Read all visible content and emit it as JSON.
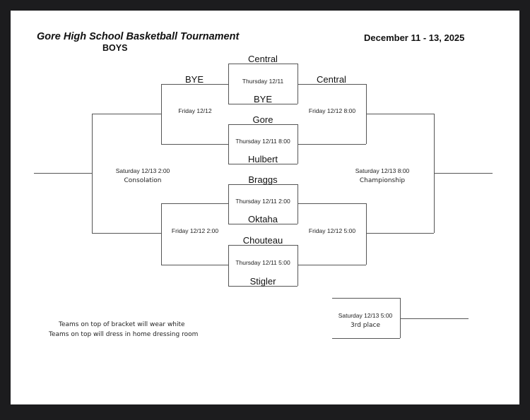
{
  "header": {
    "title": "Gore High School Basketball Tournament",
    "division": "BOYS",
    "dates": "December 11 - 13, 2025"
  },
  "round1": [
    {
      "top_team": "Central",
      "bottom_team": "BYE",
      "time": "Thursday 12/11"
    },
    {
      "top_team": "Gore",
      "bottom_team": "Hulbert",
      "time": "Thursday 12/11 8:00"
    },
    {
      "top_team": "Braggs",
      "bottom_team": "Oktaha",
      "time": "Thursday 12/11 2:00"
    },
    {
      "top_team": "Chouteau",
      "bottom_team": "Stigler",
      "time": "Thursday 12/11 5:00"
    }
  ],
  "consolation_round2": [
    {
      "top_team": "BYE",
      "time": "Friday 12/12"
    },
    {
      "top_team": "",
      "time": "Friday 12/12 2:00"
    }
  ],
  "winners_round2": [
    {
      "top_team": "Central",
      "time": "Friday 12/12 8:00"
    },
    {
      "top_team": "",
      "time": "Friday 12/12 5:00"
    }
  ],
  "finals": {
    "consolation": {
      "time": "Saturday 12/13 2:00",
      "label": "Consolation"
    },
    "championship": {
      "time": "Saturday 12/13 8:00",
      "label": "Championship"
    },
    "third_place": {
      "time": "Saturday 12/13 5:00",
      "label": "3rd place"
    }
  },
  "notes": [
    "Teams on top of bracket will wear white",
    "Teams on top will dress in home dressing room"
  ]
}
